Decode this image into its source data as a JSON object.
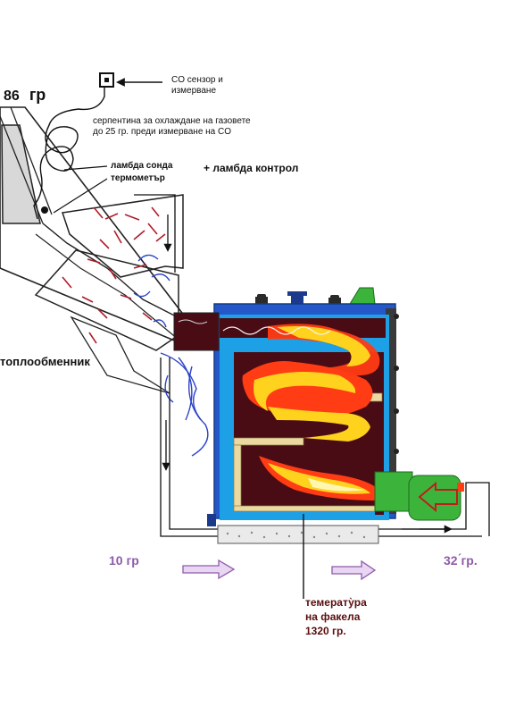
{
  "labels": {
    "temp_top": "86",
    "temp_top_unit": "гр",
    "co_sensor_line1": "CO сензор и",
    "co_sensor_line2": "измерване",
    "coil_line1": "серпентина за охлаждане на газовете",
    "coil_line2": "до 25 гр. преди измерване на CO",
    "lambda_probe": "ламбда сонда",
    "thermometer": "термометър",
    "lambda_control": "+ ламбда контрол",
    "heat_exchanger": "топлообменник",
    "temp_in": "10 гр",
    "temp_out": "32 ́гр.",
    "flame_line1": "темерату̀ра",
    "flame_line2": "на факела",
    "flame_line3": "1320 гр."
  },
  "colors": {
    "water_jacket": "#1ea0e6",
    "boiler_body": "#2458c8",
    "combustion_chamber": "#4a0c14",
    "flame_outer": "#ffd21e",
    "flame_inner": "#ff3c14",
    "baffle": "#ecd9a2",
    "burner": "#3cb43c",
    "sketch_pen": "#222222",
    "sketch_red": "#b01c2c",
    "sketch_blue": "#2c44c8",
    "label_purple": "#8e5ba9",
    "label_maroon": "#5a0d0d"
  }
}
